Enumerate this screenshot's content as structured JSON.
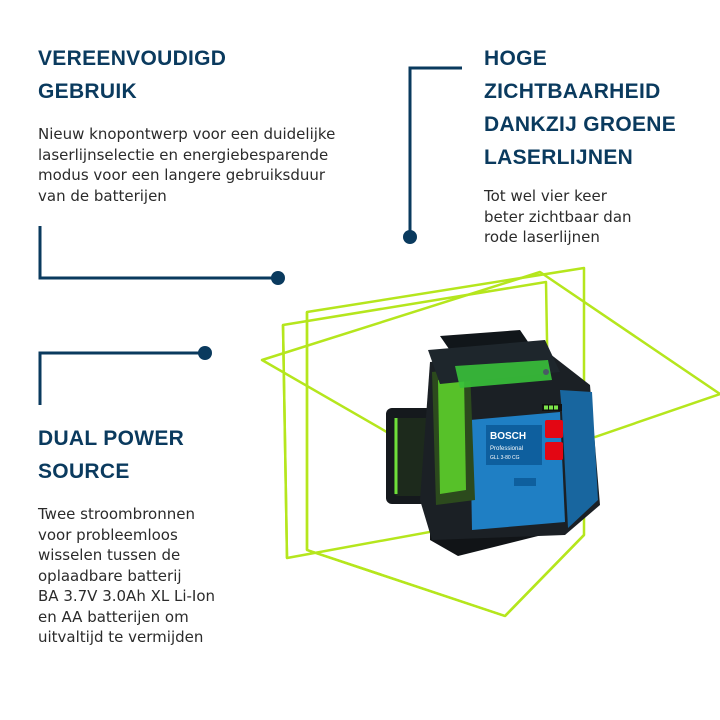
{
  "features": [
    {
      "heading": [
        "VEREENVOUDIGD",
        "GEBRUIK"
      ],
      "description": [
        "Nieuw knopontwerp voor een duidelijke",
        "laserlijnselectie en energiebesparende",
        "modus voor een langere gebruiksduur",
        "van de batterijen"
      ]
    },
    {
      "heading": [
        "HOGE",
        "ZICHTBAARHEID",
        "DANKZIJ GROENE",
        "LASERLIJNEN"
      ],
      "description": [
        "Tot wel vier keer",
        "beter zichtbaar dan",
        "rode laserlijnen"
      ]
    },
    {
      "heading": [
        "DUAL POWER",
        "SOURCE"
      ],
      "description": [
        "Twee stroombronnen",
        "voor probleemloos",
        "wisselen tussen de",
        "oplaadbare batterij",
        "BA 3.7V 3.0Ah XL Li-Ion",
        "en AA batterijen om",
        "uitvaltijd te vermijden"
      ]
    }
  ],
  "device": {
    "brand": "BOSCH",
    "line": "Professional",
    "model": "GLL 3-80 CG",
    "brand_color": "#e30613",
    "body_color": "#1f7fc4",
    "laser_color": "#b5e61d"
  },
  "colors": {
    "heading": "#0a3a5e",
    "connector": "#0a3a5e",
    "text": "#2b2b2b"
  }
}
